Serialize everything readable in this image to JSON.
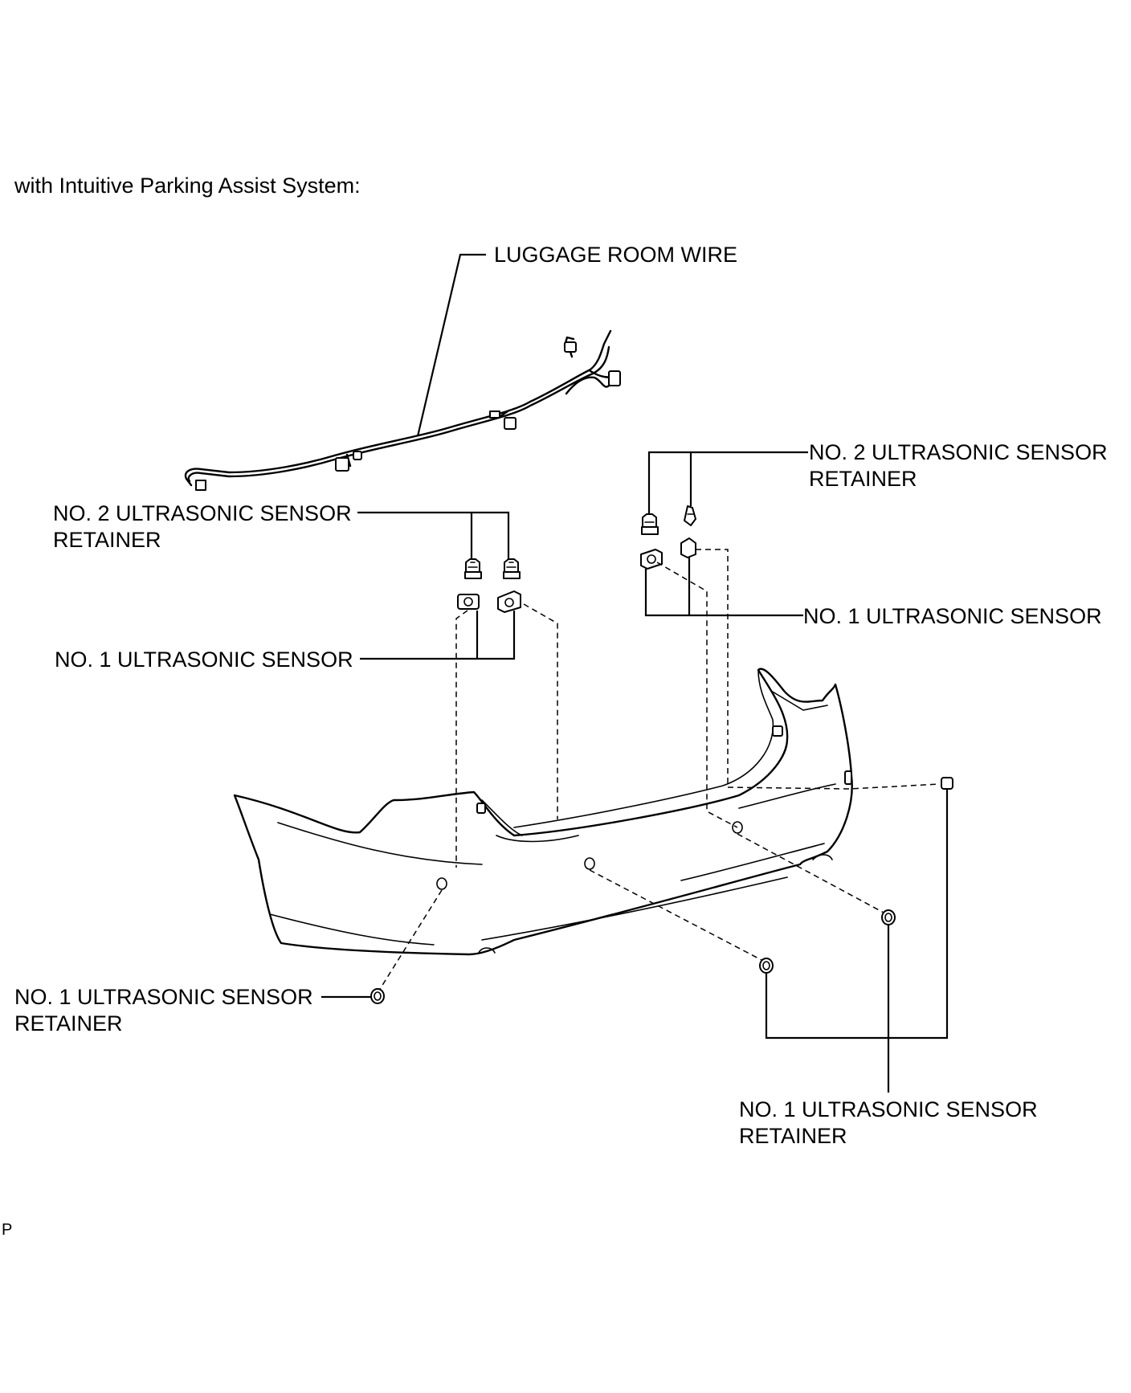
{
  "heading": "with Intuitive Parking Assist System:",
  "labels": {
    "luggage_room_wire": "LUGGAGE ROOM WIRE",
    "no2_retainer_left_line1": "NO. 2 ULTRASONIC SENSOR",
    "no2_retainer_left_line2": "RETAINER",
    "no2_retainer_right_line1": "NO. 2 ULTRASONIC SENSOR",
    "no2_retainer_right_line2": "RETAINER",
    "no1_sensor_left": "NO. 1 ULTRASONIC SENSOR",
    "no1_sensor_right": "NO. 1 ULTRASONIC SENSOR",
    "no1_retainer_left_line1": "NO. 1 ULTRASONIC SENSOR",
    "no1_retainer_left_line2": "RETAINER",
    "no1_retainer_bottom_line1": "NO. 1 ULTRASONIC SENSOR",
    "no1_retainer_bottom_line2": "RETAINER"
  },
  "footer_code": "P"
}
